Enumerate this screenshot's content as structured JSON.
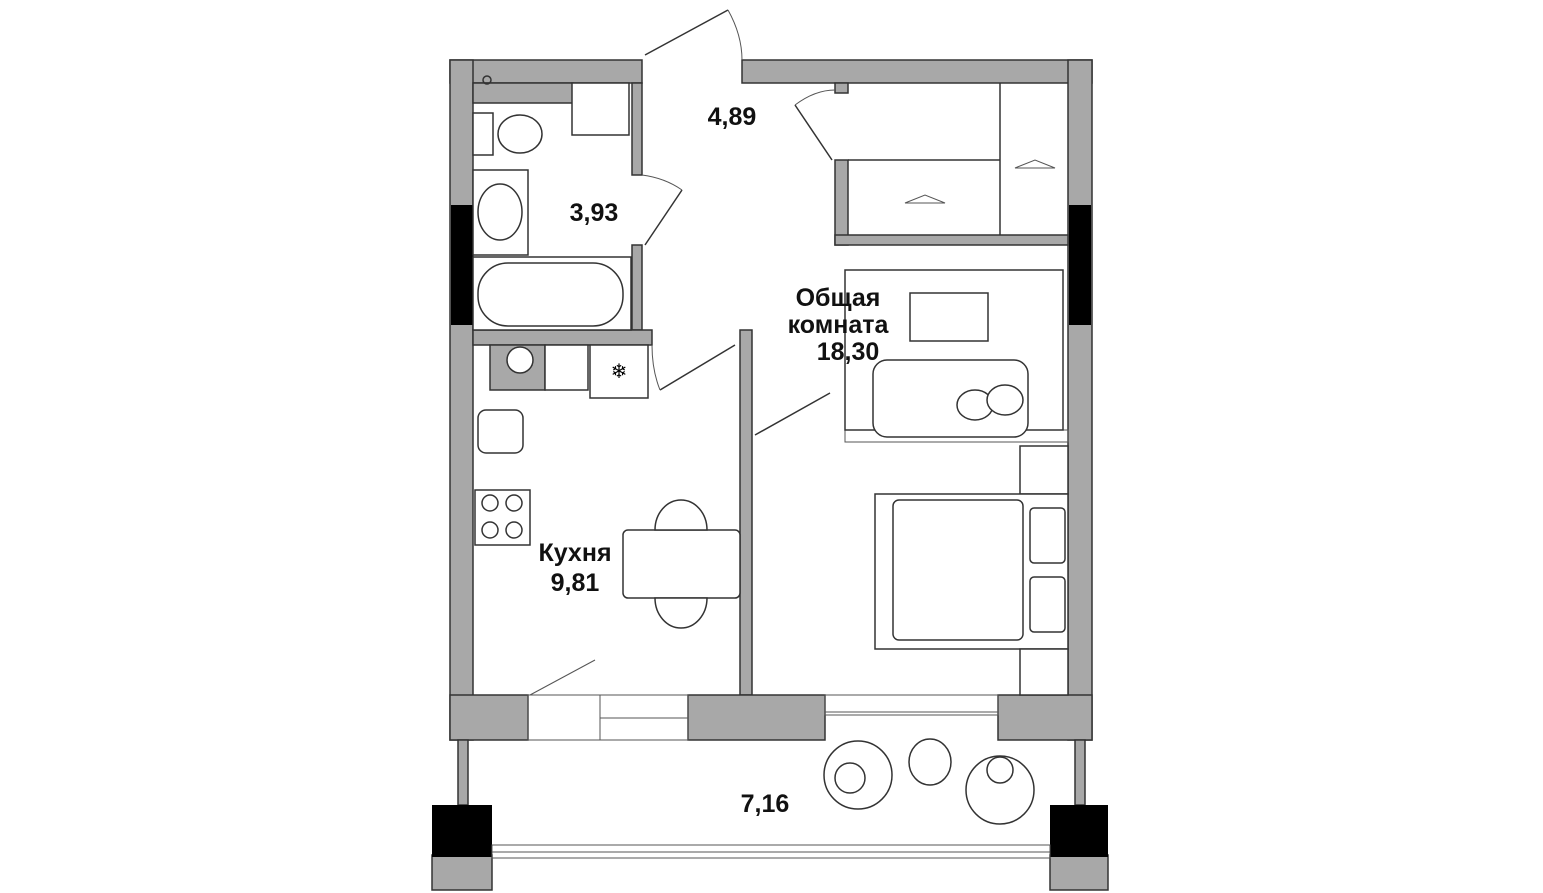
{
  "plan": {
    "rooms": [
      {
        "id": "hall",
        "area": "4,89"
      },
      {
        "id": "bathroom",
        "area": "3,93"
      },
      {
        "id": "living",
        "name_line1": "Общая",
        "name_line2": "комната",
        "area": "18,30"
      },
      {
        "id": "kitchen",
        "name": "Кухня",
        "area": "9,81"
      },
      {
        "id": "balcony",
        "area": "7,16"
      }
    ],
    "colors": {
      "wall": "#a8a8a8",
      "pillar": "#000000",
      "line": "#333333"
    }
  }
}
